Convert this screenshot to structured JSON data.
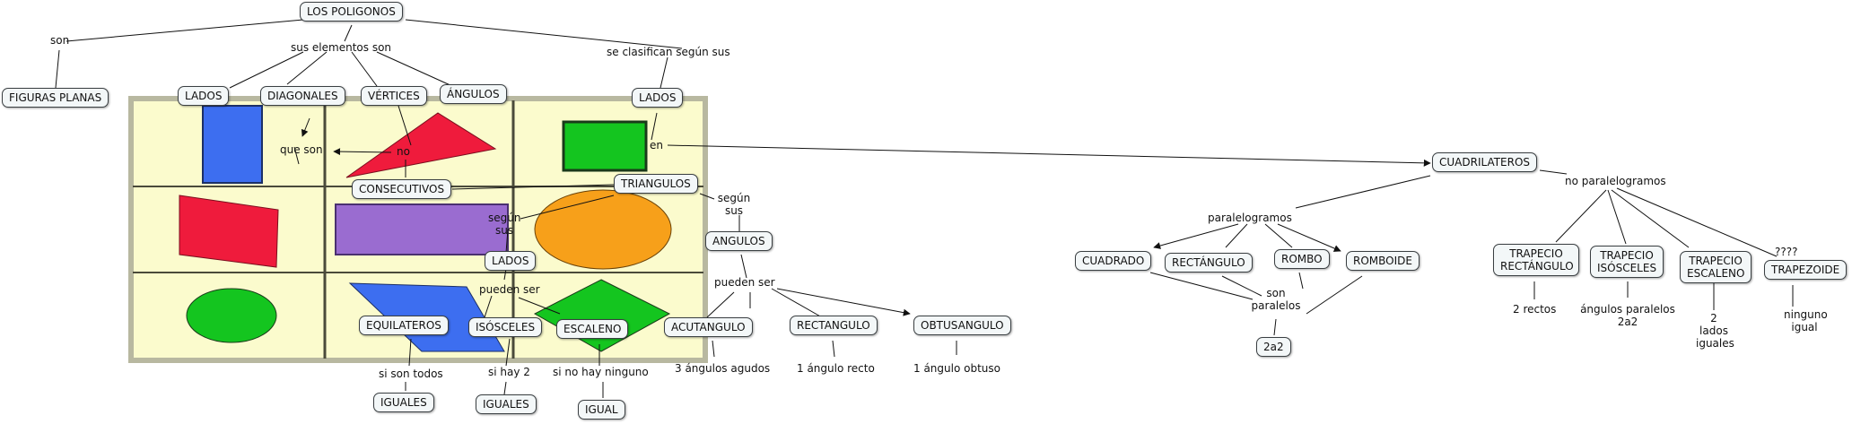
{
  "colors": {
    "node_fill": "#f3f7f8",
    "node_border": "#3a3f42",
    "edge": "#111111",
    "panel_bg": "#fbfbcd",
    "panel_grid": "#4a4a3a",
    "blue": "#3d6ef0",
    "red": "#ef1b3c",
    "green": "#14c51f",
    "purple": "#9a6cd0",
    "orange": "#f7a01a"
  },
  "nodes": {
    "los_poligonos": "LOS POLIGONOS",
    "figuras_planas": "FIGURAS PLANAS",
    "lados_1": "LADOS",
    "diagonales": "DIAGONALES",
    "vertices": "VÉRTICES",
    "angulos_1": "ÁNGULOS",
    "lados_2": "LADOS",
    "consecutivos": "CONSECUTIVOS",
    "triangulos": "TRIANGULOS",
    "lados_3": "LADOS",
    "angulos_2": "ANGULOS",
    "equilateros": "EQUILATEROS",
    "isosceles": "ISÓSCELES",
    "escaleno": "ESCALENO",
    "acutangulo": "ACUTANGULO",
    "rectangulo_tri": "RECTANGULO",
    "obtusangulo": "OBTUSANGULO",
    "iguales_1": "IGUALES",
    "iguales_2": "IGUALES",
    "igual": "IGUAL",
    "cuadrilateros": "CUADRILATEROS",
    "cuadrado": "CUADRADO",
    "rectangulo_cuad": "RECTÁNGULO",
    "rombo": "ROMBO",
    "romboide": "ROMBOIDE",
    "trapecio_rectangulo": "TRAPECIO RECTÁNGULO",
    "trapecio_isosceles": "TRAPECIO ISÓSCELES",
    "trapecio_escaleno": "TRAPECIO ESCALENO",
    "trapezoide": "TRAPEZOIDE",
    "dos_a_dos": "2a2"
  },
  "labels": {
    "son": "son",
    "sus_elementos_son": "sus elementos son",
    "se_clasifican": "se clasifican según sus",
    "que_son": "que son",
    "no": "no",
    "en": "en",
    "segun_sus_1": "según sus",
    "segun_sus_2": "según sus",
    "pueden_ser_1": "pueden ser",
    "pueden_ser_2": "pueden ser",
    "si_son_todos": "si son todos",
    "si_hay_2": "si hay 2",
    "si_no_hay_ninguno": "si no hay ninguno",
    "tres_angulos_agudos": "3 ángulos agudos",
    "un_angulo_recto": "1 ángulo recto",
    "un_angulo_obtuso": "1 ángulo obtuso",
    "no_paralelogramos": "no paralelogramos",
    "paralelogramos": "paralelogramos",
    "son_paralelos": "son paralelos",
    "interrogantes": "????",
    "dos_rectos": "2 rectos",
    "angulos_paralelos": "ángulos paralelos 2a2",
    "dos_lados_iguales": "2 lados iguales",
    "ninguno_igual": "ninguno igual"
  }
}
